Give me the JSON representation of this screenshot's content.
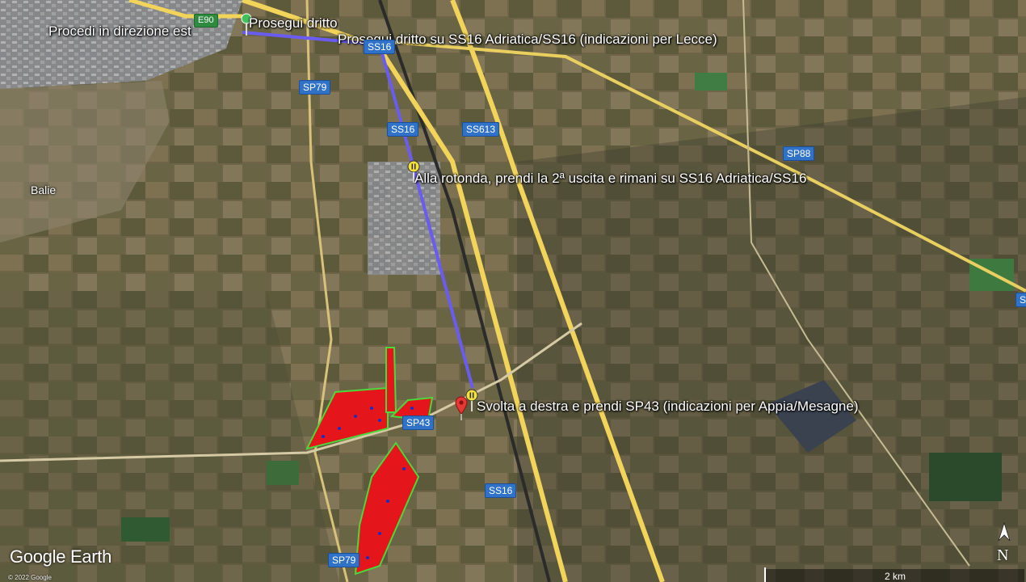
{
  "app": {
    "logo": "Google Earth",
    "copyright": "© 2022 Google"
  },
  "route_steps": [
    {
      "text": "Procedi in direzione est"
    },
    {
      "text": "Prosegui dritto"
    },
    {
      "text": "Prosegui dritto su SS16 Adriatica/SS16 (indicazioni per Lecce)"
    },
    {
      "text": "Alla rotonda, prendi la 2ª uscita e rimani su SS16 Adriatica/SS16"
    },
    {
      "text": "Svolta a destra e prendi SP43 (indicazioni per Appia/Mesagne)"
    }
  ],
  "places": {
    "balie": "Balie"
  },
  "road_shields": {
    "e90": "E90",
    "ss16_top": "SS16",
    "sp79_top": "SP79",
    "ss16_mid": "SS16",
    "ss613": "SS613",
    "sp88": "SP88",
    "sp43": "SP43",
    "ss16_bottom": "SS16",
    "sp79_bottom": "SP79",
    "edge": "SP"
  },
  "scale": {
    "label": "2 km"
  },
  "compass": {
    "letter": "N"
  },
  "colors": {
    "route": "#6a5cf0",
    "highway": "#f2d45a",
    "solar_fill": "#e4161b",
    "field_outline": "#4bd83a"
  }
}
